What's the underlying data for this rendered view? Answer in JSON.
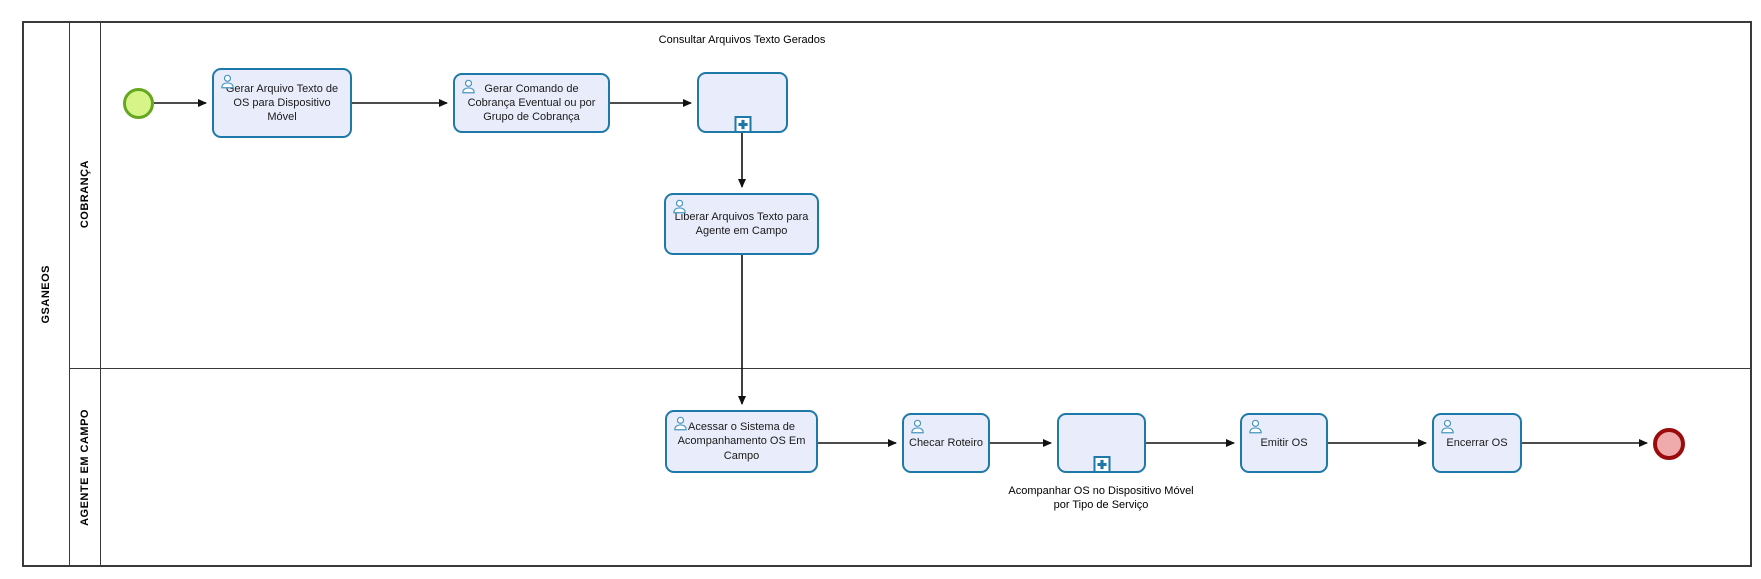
{
  "pool": {
    "label": "GSANEOS"
  },
  "lanes": [
    {
      "label": "COBRANÇA"
    },
    {
      "label": "AGENTE EM CAMPO"
    }
  ],
  "nodes": {
    "start_event": {
      "type": "start-event"
    },
    "task_gerar_arquivo": {
      "label": "Gerar Arquivo Texto de OS para Dispositivo Móvel"
    },
    "task_gerar_comando": {
      "label": "Gerar Comando de Cobrança Eventual ou por Grupo de Cobrança"
    },
    "sub_consultar": {
      "label": "Consultar Arquivos Texto Gerados"
    },
    "task_liberar": {
      "label": "Liberar Arquivos Texto para Agente em Campo"
    },
    "task_acessar": {
      "label": "Acessar o Sistema de Acompanhamento OS Em Campo"
    },
    "task_checar": {
      "label": "Checar Roteiro"
    },
    "sub_acompanhar": {
      "label": "Acompanhar OS no Dispositivo Móvel por Tipo de Serviço"
    },
    "task_emitir": {
      "label": "Emitir OS"
    },
    "task_encerrar": {
      "label": "Encerrar OS"
    },
    "end_event": {
      "type": "end-event"
    }
  },
  "icons": {
    "user_task": "user-task-icon",
    "subprocess_plus": "subprocess-expand-plus-icon"
  },
  "colors": {
    "task-fill": "#e9edfb",
    "task-stroke": "#1f79a8",
    "icon-stroke": "#4694bf",
    "start-fill": "#d6f487",
    "start-stroke": "#65a71f",
    "end-fill": "#efabab",
    "end-stroke": "#9b0b0b"
  }
}
